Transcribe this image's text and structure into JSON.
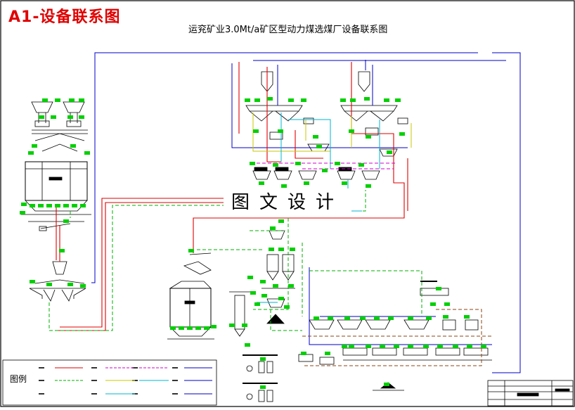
{
  "sheet": {
    "sheet_title": "A1-设备联系图",
    "drawing_title": "运兖矿业3.0Mt/a矿区型动力煤选煤厂设备联系图",
    "watermark": "图文设计",
    "legend_label": "图例"
  },
  "colors": {
    "frame": "#000000",
    "blue_line": "#0000c8",
    "red_line": "#e00000",
    "green_dashed": "#00b000",
    "yellow_line": "#c8c800",
    "cyan_line": "#00b4d2",
    "magenta_line": "#d200d2",
    "brown_dashed": "#8b4513",
    "equipment_tag": "#00d000"
  },
  "legend_lines": [
    {
      "style": "red_solid"
    },
    {
      "style": "magenta_dashed"
    },
    {
      "style": "magenta_dashed"
    },
    {
      "style": "blue_solid"
    },
    {
      "style": "green_dashed"
    },
    {
      "style": "yellow_solid"
    },
    {
      "style": "cyan_solid"
    },
    {
      "style": "blue_solid"
    },
    {
      "style": "cyan_solid"
    },
    {
      "style": "blue_solid"
    }
  ]
}
